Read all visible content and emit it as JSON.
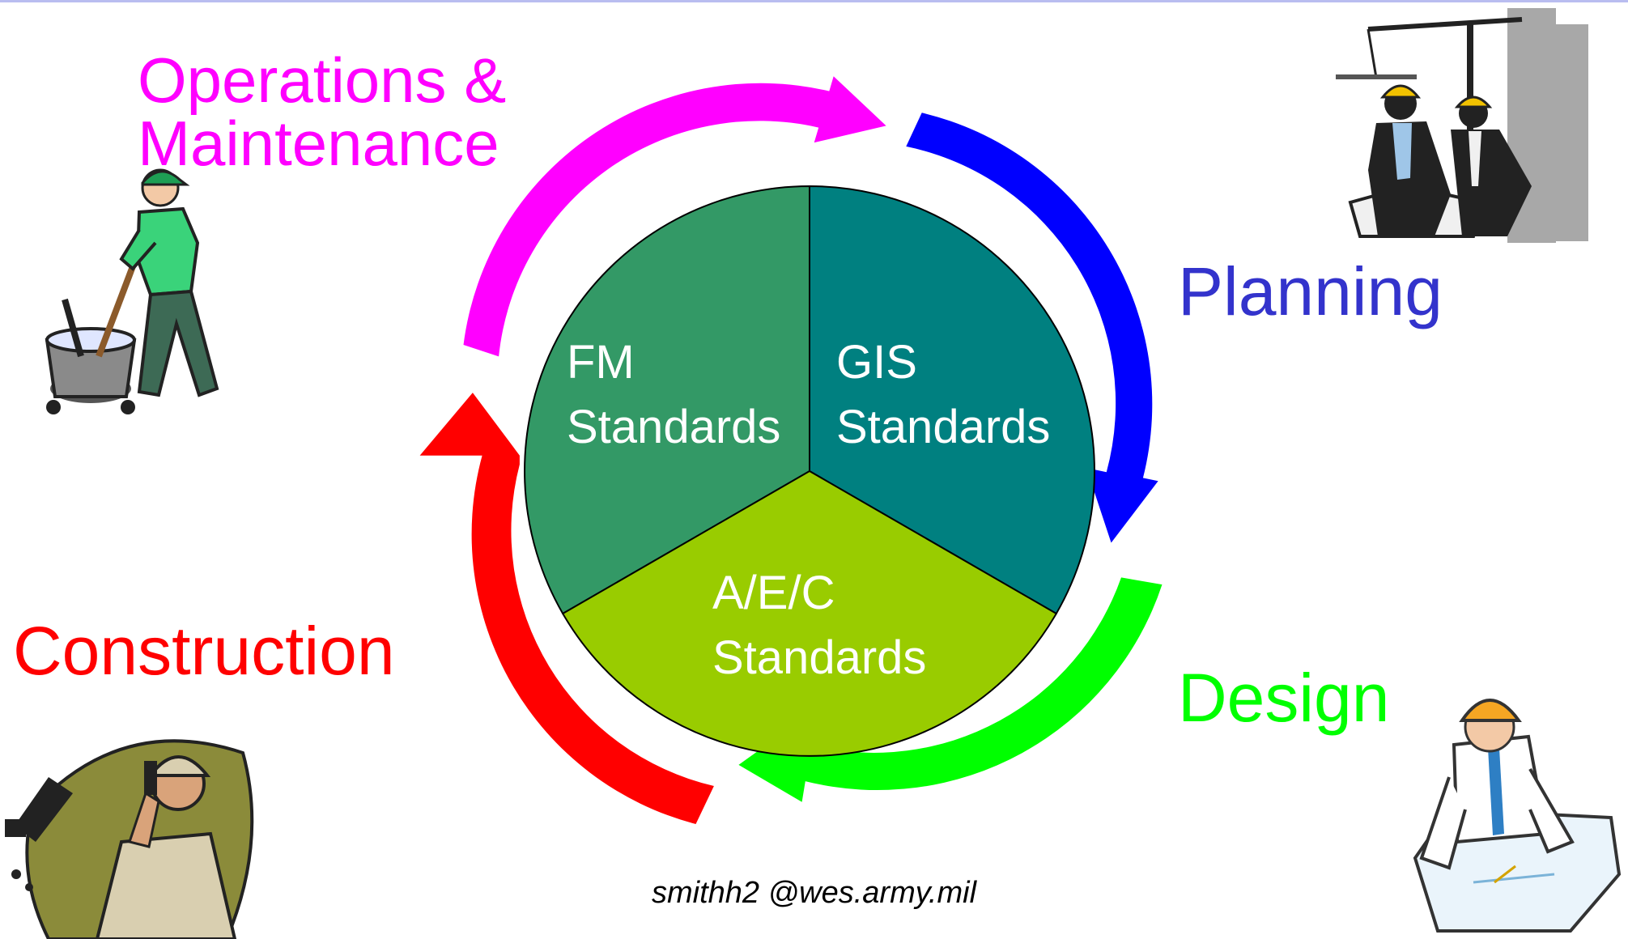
{
  "stages": {
    "operations": {
      "line1": "Operations &",
      "line2": "Maintenance",
      "color": "#ff00ff"
    },
    "planning": {
      "label": "Planning",
      "color": "#3333cc"
    },
    "design": {
      "label": "Design",
      "color": "#00ff00"
    },
    "construction": {
      "label": "Construction",
      "color": "#ff0000"
    }
  },
  "segments": {
    "fm": {
      "line1": "FM",
      "line2": "Standards",
      "color": "#339966"
    },
    "gis": {
      "line1": "GIS",
      "line2": "Standards",
      "color": "#008080"
    },
    "aec": {
      "line1": "A/E/C",
      "line2": "Standards",
      "color": "#99cc00"
    }
  },
  "arrows": {
    "operations": "#ff00ff",
    "planning": "#0000ff",
    "design": "#00ff00",
    "construction": "#ff0000"
  },
  "illustrations": {
    "operations": "janitor-mopping-illustration",
    "planning": "engineers-reviewing-plans-illustration",
    "design": "designer-drafting-illustration",
    "construction": "construction-worker-radio-illustration"
  },
  "footer": {
    "email": "smithh2 @wes.army.mil"
  }
}
